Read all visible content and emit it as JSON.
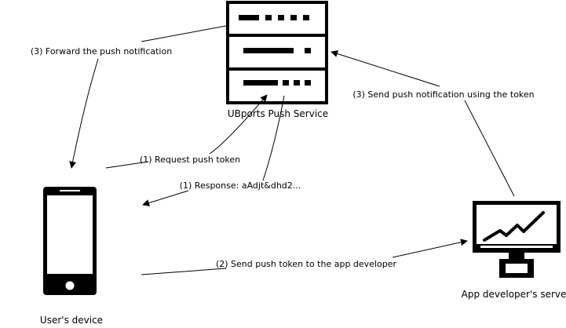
{
  "nodes": {
    "server": {
      "label": "UBports Push Service",
      "icon": "server-rack-icon"
    },
    "device": {
      "label": "User's device",
      "icon": "smartphone-icon"
    },
    "appserver": {
      "label": "App developer's server",
      "icon": "monitor-chart-icon"
    }
  },
  "edges": {
    "request_token": "(1) Request push token",
    "response": "(1) Response: aAdjt&dhd2...",
    "send_token": "(2) Send push token to the app developer",
    "send_push": "(3) Send push notification using the token",
    "forward_push": "(3) Forward the push notification"
  }
}
